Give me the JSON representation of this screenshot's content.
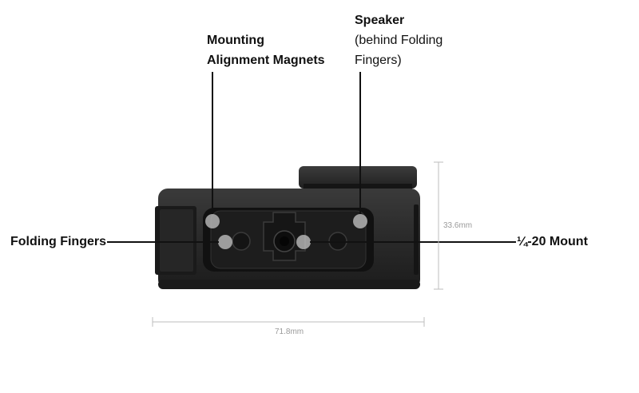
{
  "labels": {
    "magnets_line1": "Mounting",
    "magnets_line2": "Alignment Magnets",
    "speaker_line1": "Speaker",
    "speaker_line2": "(behind Folding",
    "speaker_line3": "Fingers)",
    "folding_fingers": "Folding Fingers",
    "mount": "¼-20 Mount"
  },
  "dimensions": {
    "height": "33.6mm",
    "width": "71.8mm"
  },
  "colors": {
    "leader_line": "#111111",
    "dimension_line": "#bdbdbd",
    "camera_body": "#2b2b2b",
    "camera_plate": "#1e1e1e",
    "callout_dot": "#c8c8c8"
  }
}
